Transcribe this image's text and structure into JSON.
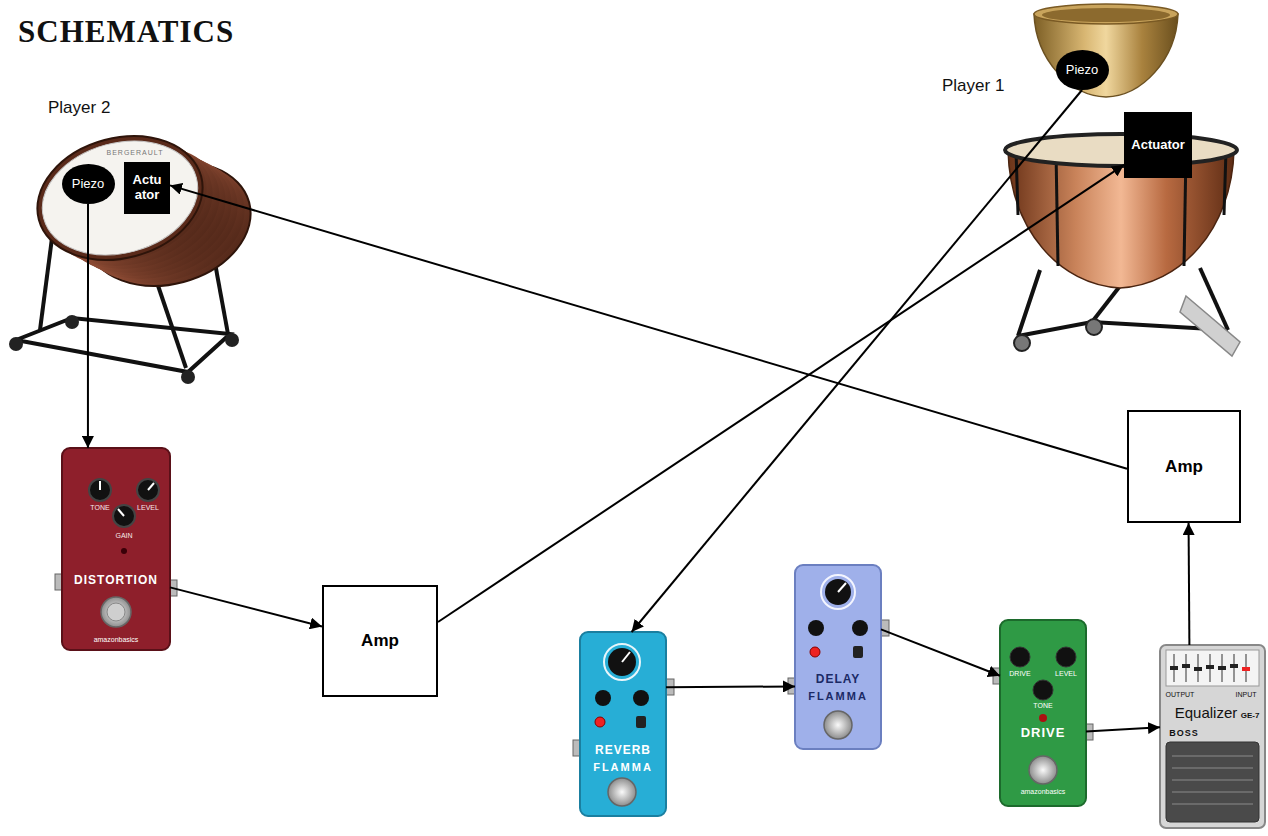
{
  "diagram": {
    "title": "SCHEMATICS",
    "nodes": [
      {
        "text": [
          "Piezo"
        ]
      },
      {
        "text": [
          "Actu ator"
        ]
      },
      {
        "text": [
          "Piezo"
        ]
      },
      {
        "text": [
          "Actuator"
        ]
      },
      {
        "text": [
          "TONE",
          "LEVEL",
          "GAIN",
          "DISTORTION",
          "amazonbasics"
        ]
      },
      {
        "text": [
          "Amp"
        ]
      },
      {
        "text": [
          "REVERB",
          "FLAMMA"
        ]
      },
      {
        "text": [
          "DELAY",
          "FLAMMA"
        ]
      },
      {
        "text": [
          "DRIVE",
          "LEVEL",
          "TONE",
          "DRIVE",
          "amazonbasics"
        ]
      },
      {
        "text": [
          "OUTPUT",
          "INPUT",
          "Equalizer",
          "GE-7",
          "BOSS"
        ]
      },
      {
        "text": [
          "Amp"
        ]
      }
    ],
    "edges": [
      {
        "from": 0,
        "to": 4,
        "arrow": "to"
      },
      {
        "from": 4,
        "to": 5,
        "arrow": "to"
      },
      {
        "from": 5,
        "to": 3,
        "arrow": "to"
      },
      {
        "from": 2,
        "to": 6,
        "arrow": "to"
      },
      {
        "from": 6,
        "to": 7,
        "arrow": "to"
      },
      {
        "from": 7,
        "to": 8,
        "arrow": "to"
      },
      {
        "from": 8,
        "to": 9,
        "arrow": "to"
      },
      {
        "from": 9,
        "to": 10,
        "arrow": "to"
      },
      {
        "from": 10,
        "to": 1,
        "arrow": "to"
      }
    ],
    "labels": [
      "Player 2",
      "BERGERAULT",
      "Player 1"
    ]
  }
}
